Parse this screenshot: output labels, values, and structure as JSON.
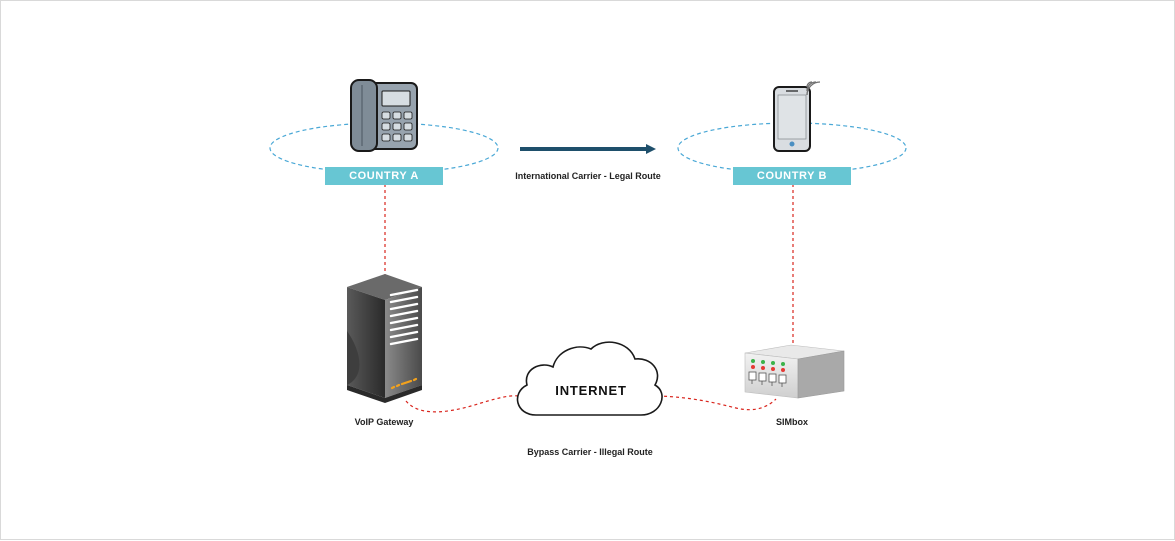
{
  "colors": {
    "label_bg": "#67c6d3",
    "ellipse_stroke": "#4aa8d6",
    "legal_arrow": "#1e4f6b",
    "illegal_line": "#d9251d"
  },
  "countries": {
    "a": {
      "label": "COUNTRY A",
      "icon": "desk-phone-icon"
    },
    "b": {
      "label": "COUNTRY B",
      "icon": "mobile-phone-icon"
    }
  },
  "routes": {
    "legal": "International Carrier - Legal Route",
    "illegal": "Bypass Carrier - Illegal Route"
  },
  "nodes": {
    "voip_gateway": {
      "label": "VoIP Gateway",
      "icon": "server-icon"
    },
    "internet": {
      "label": "INTERNET",
      "icon": "cloud-icon"
    },
    "simbox": {
      "label": "SIMbox",
      "icon": "simbox-icon"
    }
  }
}
